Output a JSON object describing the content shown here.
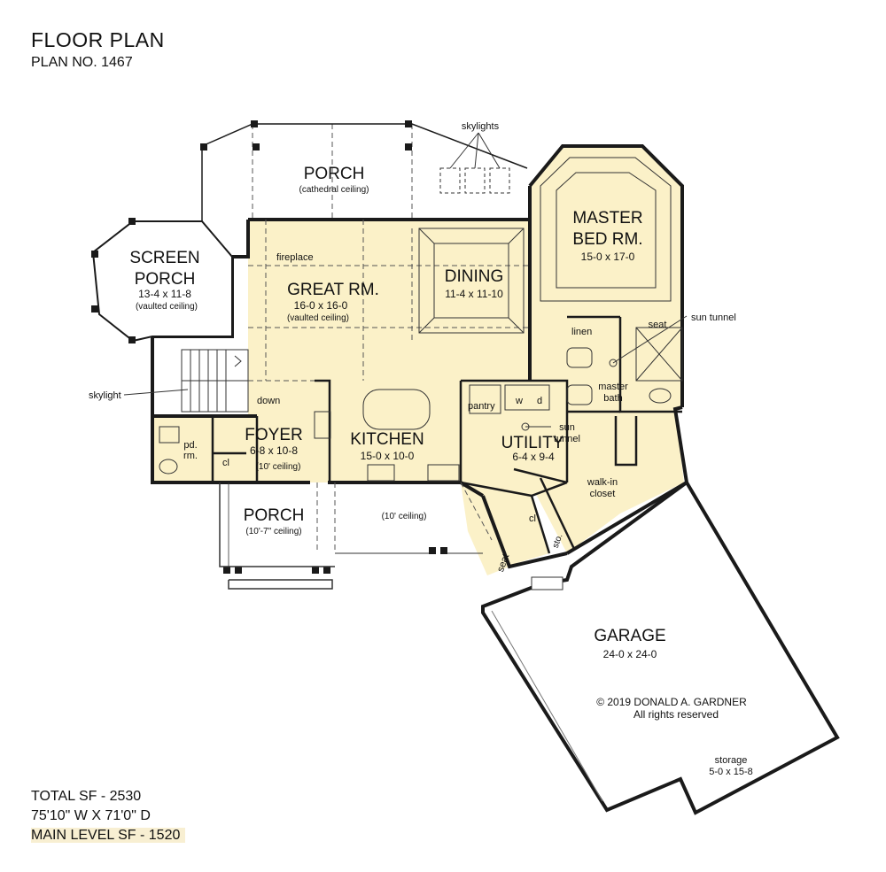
{
  "header": {
    "title": "FLOOR PLAN",
    "plan_no": "PLAN NO. 1467"
  },
  "stats": {
    "total": "TOTAL SF - 2530",
    "dims": "75'10\" W X 71'0\" D",
    "main": "MAIN LEVEL SF - 1520"
  },
  "rooms": {
    "porch_top": {
      "name": "PORCH",
      "note": "(cathedral ceiling)"
    },
    "skylights": "skylights",
    "master": {
      "name1": "MASTER",
      "name2": "BED RM.",
      "dims": "15-0 x 17-0"
    },
    "screen_porch": {
      "name1": "SCREEN",
      "name2": "PORCH",
      "dims": "13-4 x 11-8",
      "note": "(vaulted ceiling)"
    },
    "fireplace": "fireplace",
    "great": {
      "name": "GREAT RM.",
      "dims": "16-0 x 16-0",
      "note": "(vaulted ceiling)"
    },
    "dining": {
      "name": "DINING",
      "dims": "11-4 x 11-10"
    },
    "linen": "linen",
    "seat_bath": "seat",
    "sun_tunnel_1": "sun tunnel",
    "master_bath": {
      "l1": "master",
      "l2": "bath"
    },
    "skylight_stair": "skylight",
    "down": "down",
    "pantry": "pantry",
    "washer": "w",
    "dryer": "d",
    "foyer": {
      "name": "FOYER",
      "dims": "6-8 x 10-8",
      "note": "(10' ceiling)"
    },
    "pd_rm": {
      "l1": "pd.",
      "l2": "rm."
    },
    "cl_foyer": "cl",
    "kitchen": {
      "name": "KITCHEN",
      "dims": "15-0 x 10-0"
    },
    "utility": {
      "name": "UTILITY",
      "dims": "6-4 x 9-4"
    },
    "sun_tunnel_2": {
      "l1": "sun",
      "l2": "tunnel"
    },
    "closet": {
      "l1": "walk-in",
      "l2": "closet"
    },
    "porch_front": {
      "name": "PORCH",
      "note": "(10'-7\" ceiling)"
    },
    "ceiling_10": "(10' ceiling)",
    "cl_utility": "cl",
    "sto": "sto.",
    "seat_mud": "seat",
    "garage": {
      "name": "GARAGE",
      "dims": "24-0 x 24-0"
    },
    "copyright": "© 2019 DONALD A. GARDNER",
    "rights": "All rights reserved",
    "storage": {
      "l1": "storage",
      "l2": "5-0 x 15-8"
    }
  },
  "colors": {
    "interior": "#fbf1c8",
    "wall": "#1a1a1a",
    "highlight": "#f8efd2"
  }
}
